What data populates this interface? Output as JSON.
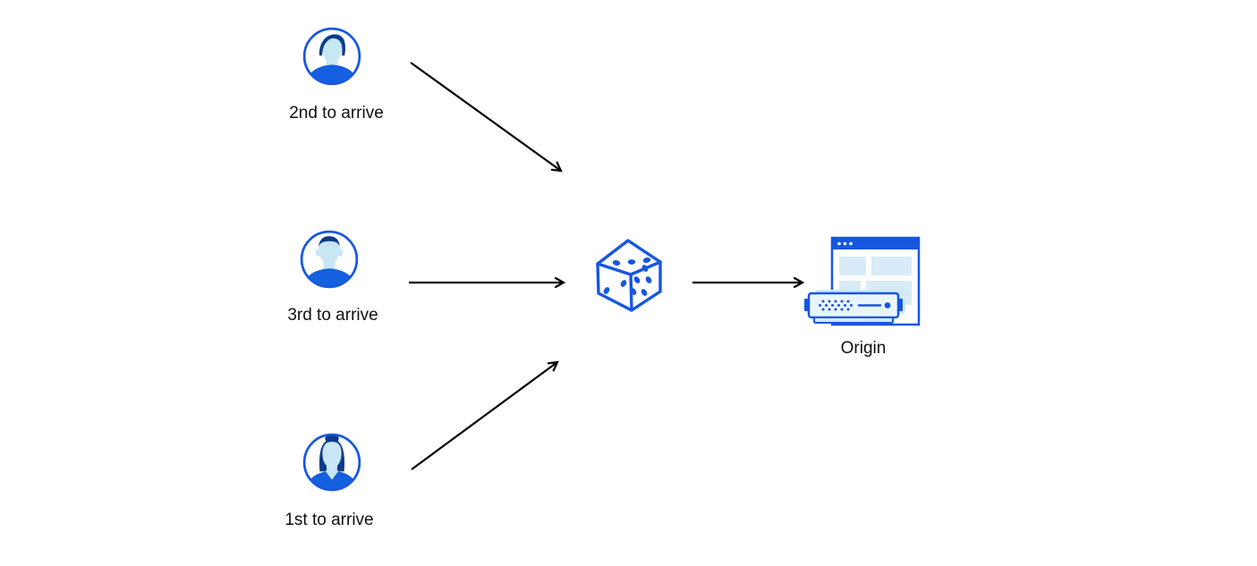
{
  "palette": {
    "primary_blue": "#1657E0",
    "shirt_blue": "#1560E0",
    "hair_navy": "#0B3C8C",
    "skin_light_blue": "#C7E7F5",
    "panel_light_blue": "#D9EBF7",
    "shadow_light_blue": "#CFE9F7",
    "server_fill": "#EAF5FB",
    "arrow_color": "#000000",
    "label_color": "#101010",
    "background": "#FFFFFF"
  },
  "nodes": {
    "clients": [
      {
        "label": "2nd to arrive",
        "icon": "man-swept-hair-avatar-icon"
      },
      {
        "label": "3rd to arrive",
        "icon": "man-short-hair-avatar-icon"
      },
      {
        "label": "1st to arrive",
        "icon": "woman-bun-avatar-icon"
      }
    ],
    "randomizer": {
      "icon": "dice-icon"
    },
    "origin": {
      "label": "Origin",
      "icon": "origin-server-browser-icon"
    }
  },
  "connections": [
    {
      "from": "2nd to arrive",
      "to": "dice"
    },
    {
      "from": "3rd to arrive",
      "to": "dice"
    },
    {
      "from": "1st to arrive",
      "to": "dice"
    },
    {
      "from": "dice",
      "to": "Origin"
    }
  ]
}
